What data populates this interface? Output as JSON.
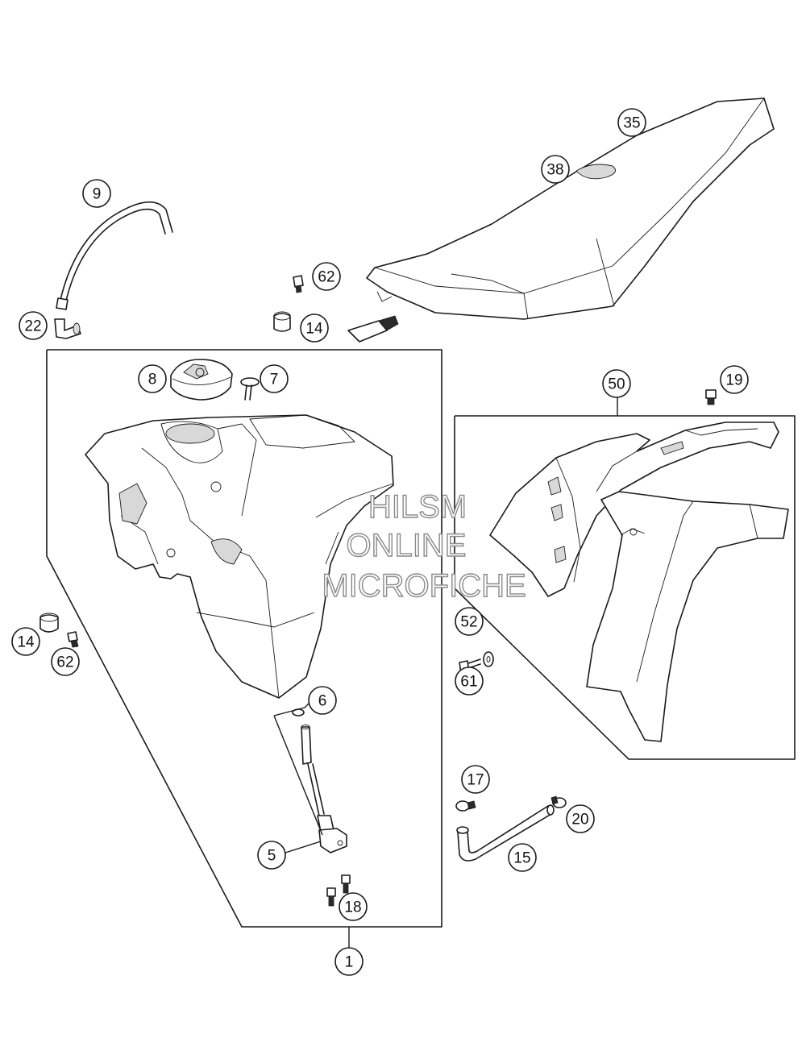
{
  "callouts": [
    "35",
    "38",
    "9",
    "62",
    "22",
    "14",
    "8",
    "7",
    "50",
    "19",
    "52",
    "61",
    "14",
    "62",
    "6",
    "17",
    "20",
    "15",
    "5",
    "18",
    "1"
  ],
  "watermark": [
    "HILSM",
    "ONLINE",
    "MICROFICHE"
  ],
  "colors": {
    "line": "#1a1a1a",
    "background": "#ffffff",
    "watermark_outline": "#8a8a8a"
  }
}
